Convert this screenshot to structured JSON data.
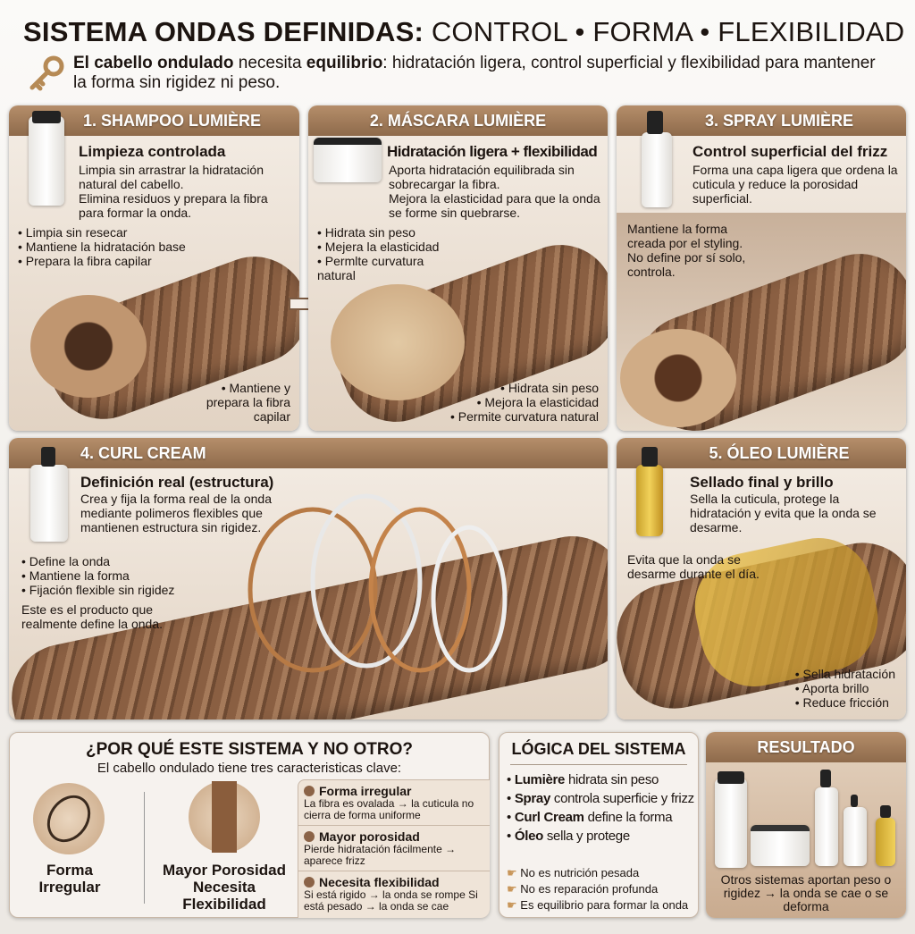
{
  "header": {
    "title_bold": "SISTEMA ONDAS DEFINIDAS:",
    "title_rest": "CONTROL • FORMA • FLEXIBILIDAD",
    "intro": {
      "b1": "El cabello ondulado",
      "t1": " necesita ",
      "b2": "equilibrio",
      "t2": ": hidratación ligera, control superficial y flexibilidad para mantener la forma sin rigidez ni peso."
    }
  },
  "panels": [
    {
      "title": "1. SHAMPOO LUMIÈRE",
      "subtitle": "Limpieza controlada",
      "desc": [
        "Limpia sin arrastrar la hidratación natural del cabello.",
        "Elimina residuos y prepara la fibra para formar la onda."
      ],
      "bullets": [
        "• Limpia sin resecar",
        "• Mantiene la hidratación base",
        "• Prepara la fibra capilar"
      ],
      "note": [
        "• Mantiene y",
        "prepara la fibra",
        "capilar"
      ]
    },
    {
      "title": "2. MÁSCARA LUMIÈRE",
      "subtitle": "Hidratación ligera + flexibilidad",
      "desc": [
        "Aporta hidratación equilibrada sin sobrecargar la fibra.",
        "Mejora la elasticidad para que la onda se forme sin quebrarse."
      ],
      "bullets": [
        "• Hidrata sin peso",
        "• Mejera la elasticidad",
        "• Permlte curvatura natural"
      ],
      "note": [
        "• Hidrata sin peso",
        "• Mejora la elasticidad",
        "• Permite curvatura natural"
      ]
    },
    {
      "title": "3. SPRAY LUMIÈRE",
      "subtitle": "Control superficial del frizz",
      "desc": [
        "Forma una capa ligera que ordena la cuticula y reduce la porosidad superficial."
      ],
      "note": [
        "Mantiene la forma",
        "creada por el styling.",
        "No define por sí solo,",
        "controla."
      ]
    },
    {
      "title": "4. CURL CREAM",
      "subtitle": "Definición real (estructura)",
      "desc": [
        "Crea y fija la forma real de la onda mediante polimeros flexibles que mantienen estructura sin rigidez."
      ],
      "bullets": [
        "• Define la onda",
        "• Mantiene la forma",
        "• Fijación flexible sin rigidez"
      ],
      "note": "Este es el producto que realmente define la onda."
    },
    {
      "title": "5. ÓLEO LUMIÈRE",
      "subtitle": "Sellado final y brillo",
      "desc": [
        "Sella la cuticula, protege la hidratación y evita que la onda se desarme."
      ],
      "note": "Evita que la onda se desarme durante el día.",
      "bullets": [
        "• Sella hidratación",
        "• Aporta brillo",
        "• Reduce fricción"
      ]
    }
  ],
  "why": {
    "title": "¿POR QUÉ ESTE SISTEMA Y NO OTRO?",
    "subtitle": "El cabello ondulado tiene tres caracteristicas clave:",
    "icons": [
      {
        "label": "Forma Irregular"
      },
      {
        "label": "Mayor Porosidad Necesita Flexibilidad"
      }
    ],
    "items": [
      {
        "title": "Forma irregular",
        "text": "La fibra es ovalada → la cuticula no cierra de forma uniforme"
      },
      {
        "title": "Mayor porosidad",
        "text": "Pierde hidratación fácilmente → aparece frizz"
      },
      {
        "title": "Necesita flexibilidad",
        "text": "Si está rigido → la onda se rompe Si está pesado → la onda se cae"
      }
    ]
  },
  "logic": {
    "title": "LÓGICA DEL SISTEMA",
    "items": [
      {
        "b": "Lumière",
        "t": " hidrata sin peso"
      },
      {
        "b": "Spray",
        "t": " controla superficie y frizz"
      },
      {
        "b": "Curl Cream",
        "t": " define la forma"
      },
      {
        "b": "Óleo",
        "t": " sella y protege"
      }
    ],
    "notes": [
      "No es nutrición pesada",
      "No es reparación profunda",
      "Es equilibrio para formar la onda"
    ]
  },
  "result": {
    "title": "RESULTADO",
    "text": "Otros sistemas aportan peso o rigidez → la onda se cae o se deforma"
  },
  "colors": {
    "accent": "#8e6a4b",
    "bg": "#f4ede5"
  }
}
